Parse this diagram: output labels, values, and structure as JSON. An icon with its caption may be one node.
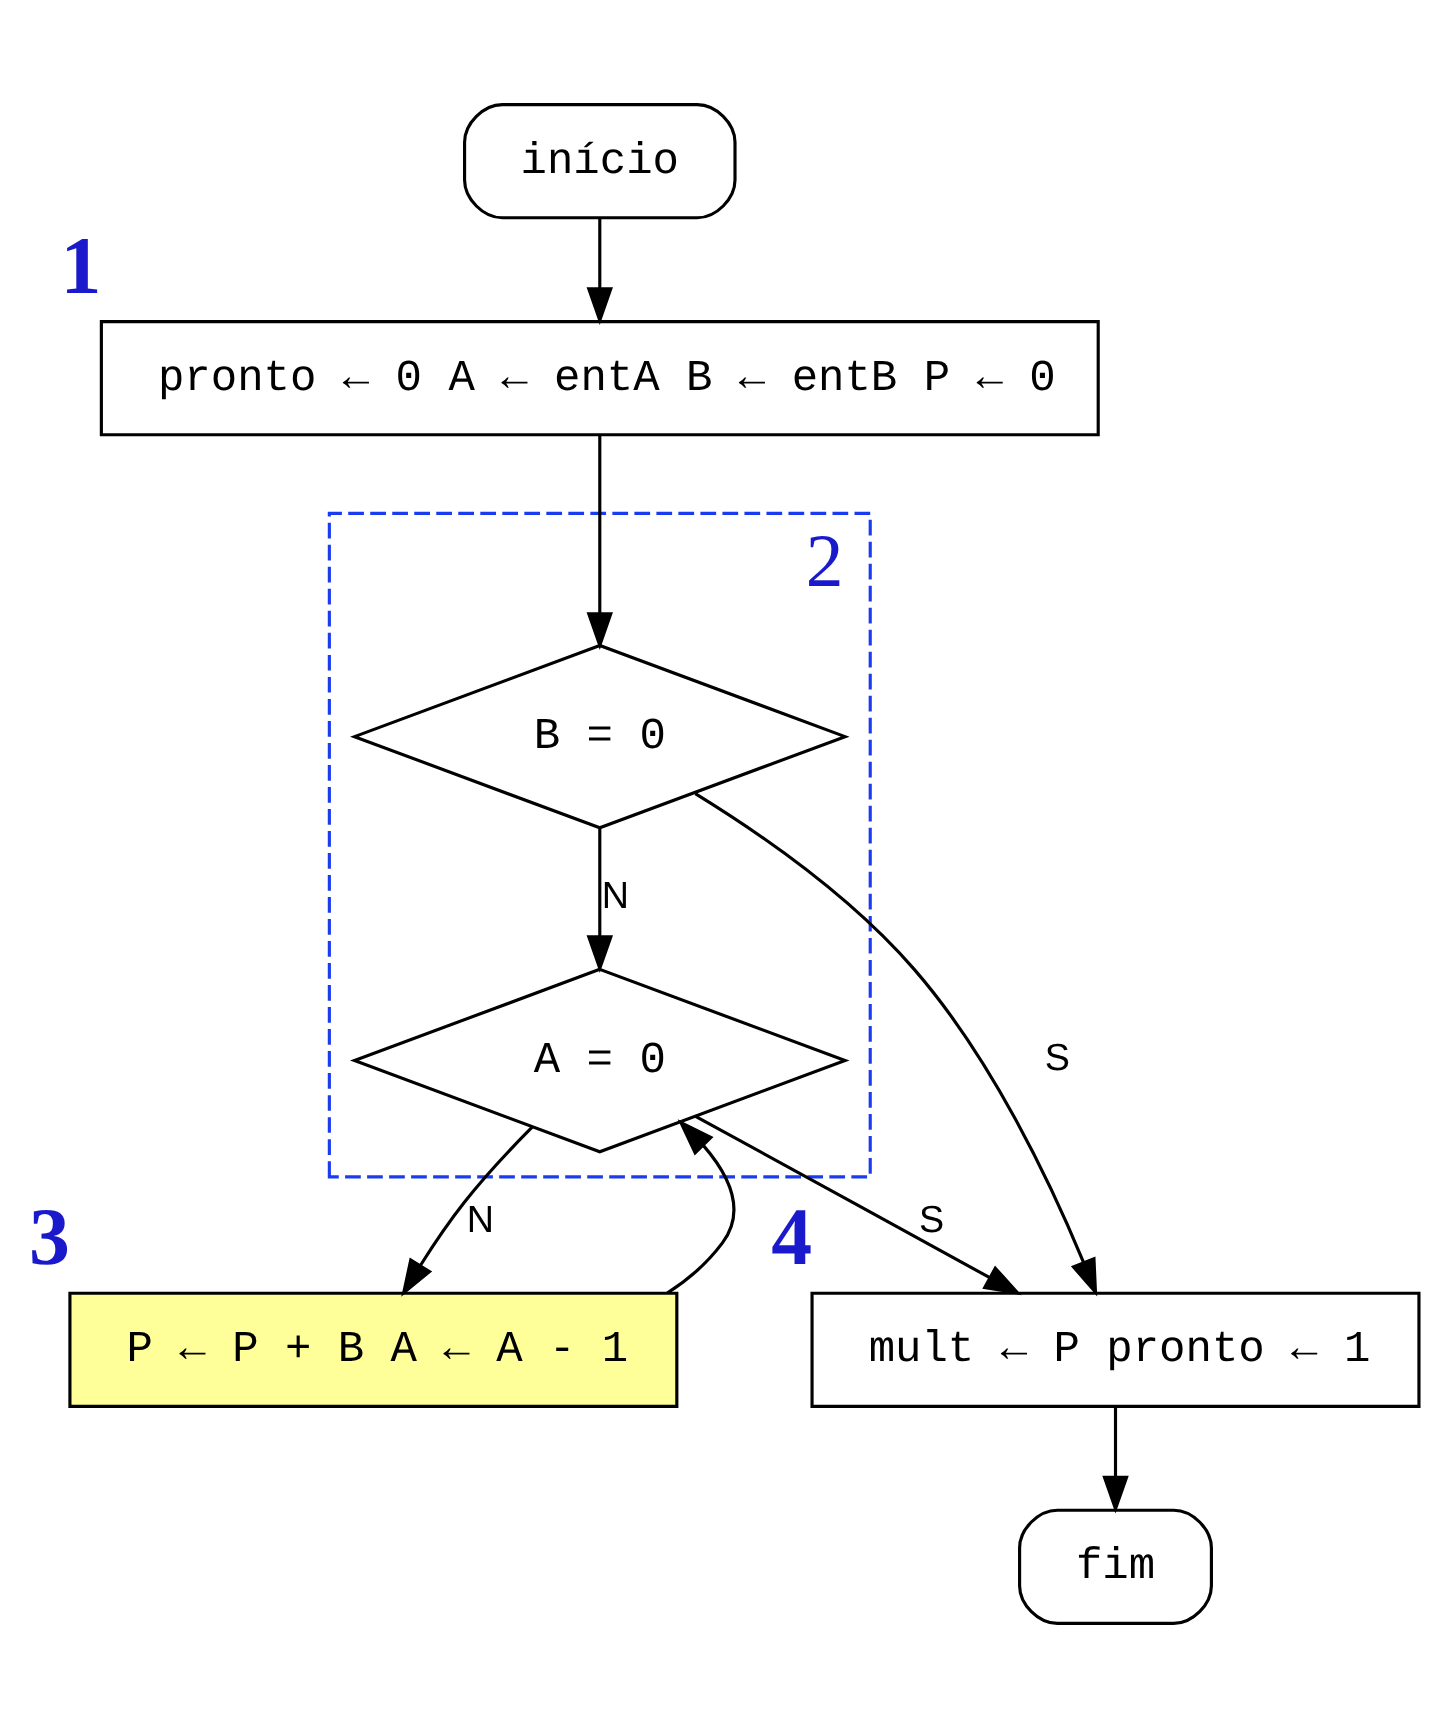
{
  "diagram": {
    "nodes": [
      {
        "text": [
          "início"
        ]
      },
      {
        "text": [
          "pronto ← 0 A ← entA B ← entB P ← 0"
        ],
        "beside": [
          "1"
        ]
      },
      {
        "text": [],
        "shape": "box",
        "beside": [
          "2"
        ]
      },
      {
        "text": [
          "B = 0"
        ],
        "in": 2
      },
      {
        "text": [
          "A = 0"
        ],
        "in": 2
      },
      {
        "text": [
          "P ← P + B A ← A - 1"
        ],
        "beside": [
          "3"
        ]
      },
      {
        "text": [
          "mult ← P pronto ← 1"
        ],
        "beside": [
          "4"
        ]
      },
      {
        "text": [
          "fim"
        ]
      }
    ],
    "edges": [
      {
        "from": 0,
        "to": 1,
        "arrow": "to"
      },
      {
        "from": 1,
        "to": 3,
        "arrow": "to"
      },
      {
        "from": 3,
        "to": 6,
        "arrow": "to",
        "label": "S"
      },
      {
        "from": 3,
        "to": 4,
        "arrow": "to",
        "label": "N"
      },
      {
        "from": 4,
        "to": 6,
        "arrow": "to",
        "label": "S"
      },
      {
        "from": 4,
        "to": 5,
        "arrow": "to",
        "label": "N"
      },
      {
        "from": 5,
        "to": 4,
        "arrow": "to"
      },
      {
        "from": 6,
        "to": 7,
        "arrow": "to"
      }
    ]
  }
}
